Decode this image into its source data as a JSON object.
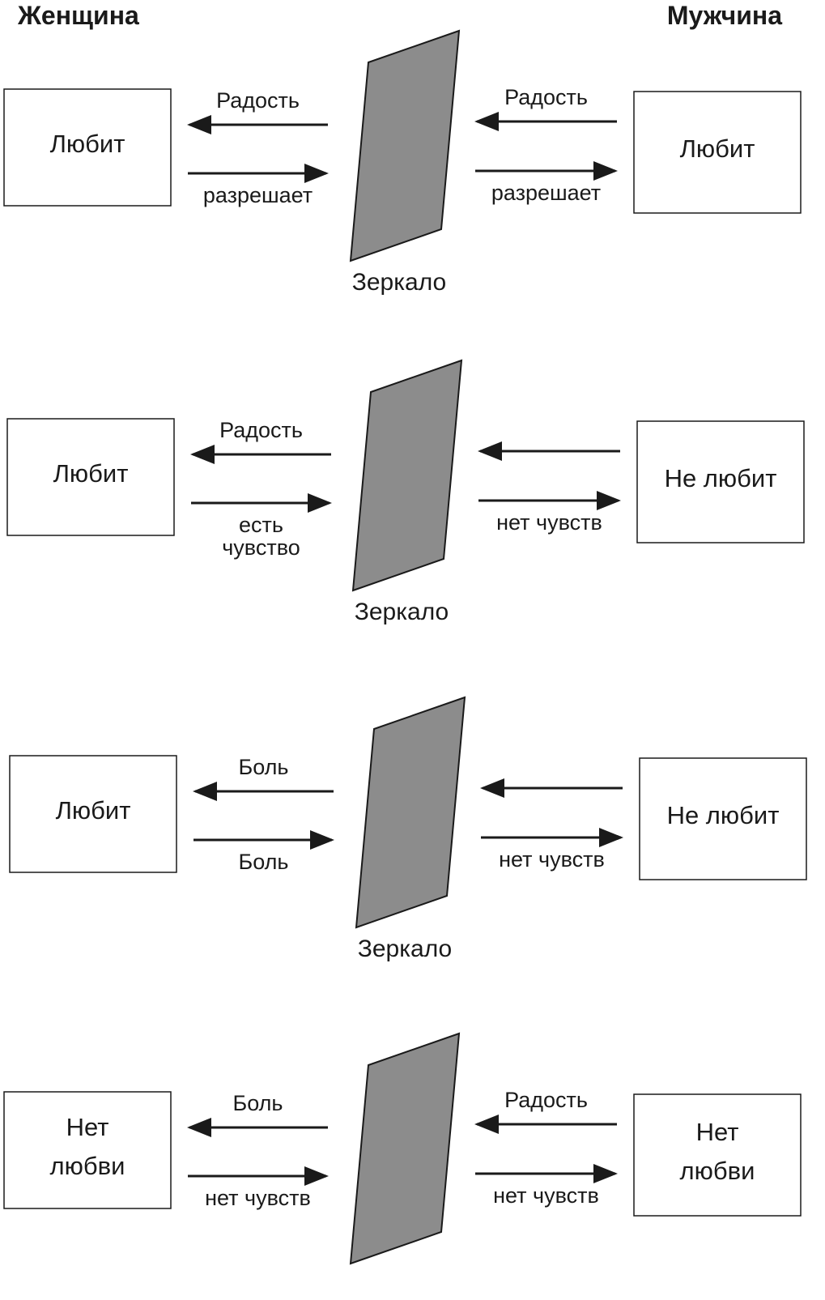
{
  "headers": {
    "left": "Женщина",
    "right": "Мужчина"
  },
  "panels": [
    {
      "left_box": [
        "Любит"
      ],
      "left_top": [
        "Радость"
      ],
      "left_bottom": [
        "разрешает"
      ],
      "right_top": [
        "Радость"
      ],
      "right_bottom": [
        "разрешает"
      ],
      "right_box": [
        "Любит"
      ],
      "mirror": "Зеркало"
    },
    {
      "left_box": [
        "Любит"
      ],
      "left_top": [
        "Радость"
      ],
      "left_bottom": [
        "есть",
        "чувство"
      ],
      "right_top": [],
      "right_bottom": [
        "нет чувств"
      ],
      "right_box": [
        "Не любит"
      ],
      "mirror": "Зеркало"
    },
    {
      "left_box": [
        "Любит"
      ],
      "left_top": [
        "Боль"
      ],
      "left_bottom": [
        "Боль"
      ],
      "right_top": [],
      "right_bottom": [
        "нет чувств"
      ],
      "right_box": [
        "Не любит"
      ],
      "mirror": "Зеркало"
    },
    {
      "left_box": [
        "Нет",
        "любви"
      ],
      "left_top": [
        "Боль"
      ],
      "left_bottom": [
        "нет чувств"
      ],
      "right_top": [
        "Радость"
      ],
      "right_bottom": [
        "нет чувств"
      ],
      "right_box": [
        "Нет",
        "любви"
      ],
      "mirror": ""
    }
  ]
}
